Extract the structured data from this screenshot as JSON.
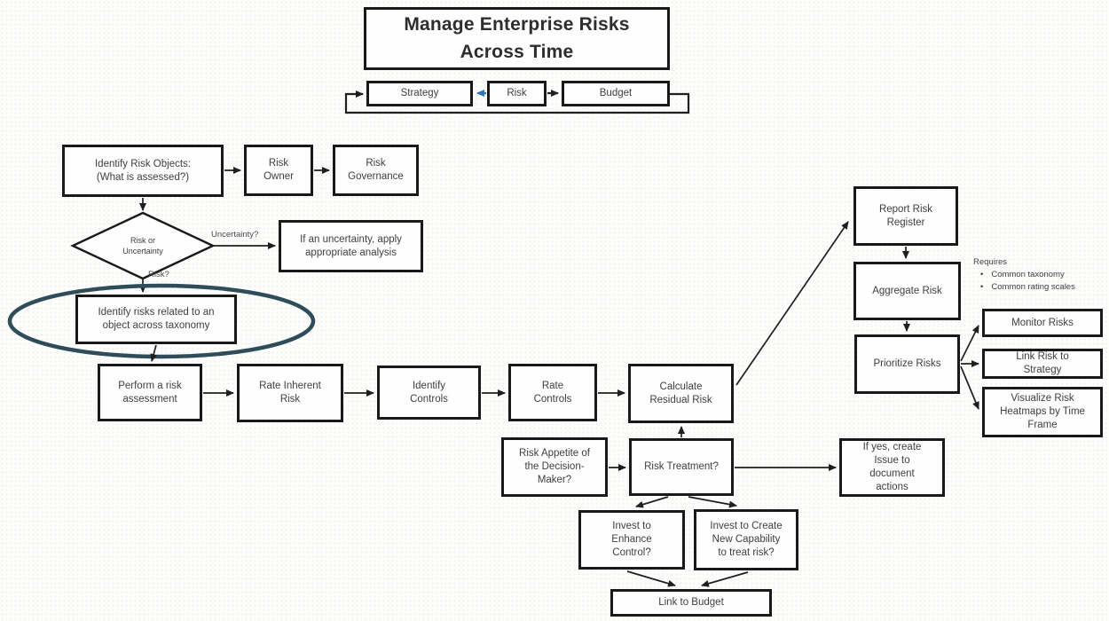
{
  "title": {
    "label": "Manage Enterprise Risks\nAcross Time"
  },
  "top_loop": {
    "strategy": "Strategy",
    "risk": "Risk",
    "budget": "Budget"
  },
  "nodes": {
    "identify_risk_objects": "Identify Risk Objects:\n(What is assessed?)",
    "risk_owner": "Risk\nOwner",
    "risk_governance": "Risk\nGovernance",
    "decision_diamond": "Risk or\nUncertainty",
    "uncertainty_analysis": "If an uncertainty, apply\nappropriate analysis",
    "identify_risks_taxonomy": "Identify risks related to an\nobject across taxonomy",
    "perform_assessment": "Perform a risk\nassessment",
    "rate_inherent_risk": "Rate Inherent\nRisk",
    "identify_controls": "Identify\nControls",
    "rate_controls": "Rate\nControls",
    "calculate_residual_risk": "Calculate\nResidual Risk",
    "report_risk_register": "Report Risk\nRegister",
    "aggregate_risk": "Aggregate Risk",
    "prioritize_risks": "Prioritize Risks",
    "monitor_risks": "Monitor Risks",
    "link_risk_to_strategy": "Link Risk to\nStrategy",
    "visualize_heatmaps": "Visualize Risk\nHeatmaps by Time\nFrame",
    "risk_appetite": "Risk Appetite of\nthe Decision-\nMaker?",
    "risk_treatment": "Risk Treatment?",
    "if_yes_issue": "If yes, create\nIssue to\ndocument\nactions",
    "invest_enhance_control": "Invest to\nEnhance\nControl?",
    "invest_new_capability": "Invest to Create\nNew Capability\nto treat risk?",
    "link_to_budget": "Link to Budget"
  },
  "edge_labels": {
    "uncertainty": "Uncertainty?",
    "risk": "Risk?"
  },
  "note": {
    "title": "Requires",
    "items": [
      "Common taxonomy",
      "Common rating scales"
    ]
  },
  "colors": {
    "box_border": "#191919",
    "arrow_black": "#1f1f1f",
    "arrow_blue": "#2e74b5",
    "highlight_ellipse": "#2e4c59",
    "text": "#3e3e3e"
  }
}
